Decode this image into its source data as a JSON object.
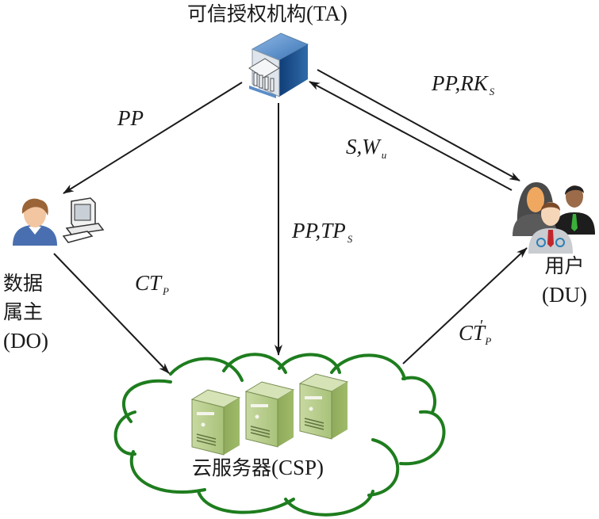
{
  "nodes": {
    "ta": {
      "name": "可信授权机构",
      "abbr": "(TA)",
      "icon": "bank-building-icon"
    },
    "do": {
      "name_line1": "数据",
      "name_line2": "属主",
      "abbr": "(DO)",
      "icon": "person-computer-icon"
    },
    "du": {
      "name": "用户",
      "abbr": "(DU)",
      "icon": "user-group-icon"
    },
    "csp": {
      "name": "云服务器",
      "abbr": "(CSP)",
      "icon": "server-cluster-icon"
    }
  },
  "edges": [
    {
      "id": "ta-to-do",
      "from": "TA",
      "to": "DO",
      "label_main": "PP",
      "label_sub": ""
    },
    {
      "id": "ta-to-csp",
      "from": "TA",
      "to": "CSP",
      "label_main": "PP,TP",
      "label_sub": "S"
    },
    {
      "id": "ta-to-du",
      "from": "TA",
      "to": "DU",
      "label_main": "PP,RK",
      "label_sub": "S"
    },
    {
      "id": "du-to-ta",
      "from": "DU",
      "to": "TA",
      "label_main": "S,W",
      "label_sub": "u"
    },
    {
      "id": "do-to-csp",
      "from": "DO",
      "to": "CSP",
      "label_main": "CT",
      "label_sub": "P"
    },
    {
      "id": "csp-to-du",
      "from": "CSP",
      "to": "DU",
      "label_main": "CT",
      "label_sub": "P",
      "label_prime": "′"
    }
  ],
  "colors": {
    "cloud": "#1e7d1e",
    "arrow": "#1a1a1a",
    "server": "#9cb86a",
    "bank_blue": "#2f6aa8"
  }
}
